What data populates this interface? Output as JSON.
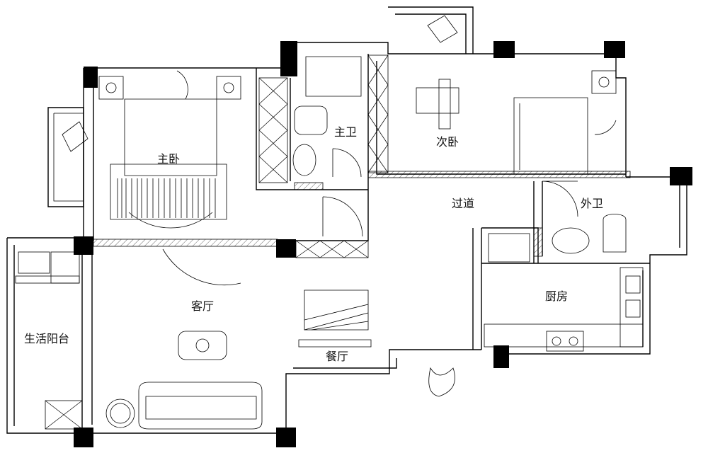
{
  "rooms": {
    "master_bedroom": "主卧",
    "master_bath": "主卫",
    "second_bedroom": "次卧",
    "corridor": "过道",
    "guest_bath": "外卫",
    "living_room": "客厅",
    "kitchen": "厨房",
    "dining_room": "餐厅",
    "utility_balcony": "生活阳台"
  }
}
